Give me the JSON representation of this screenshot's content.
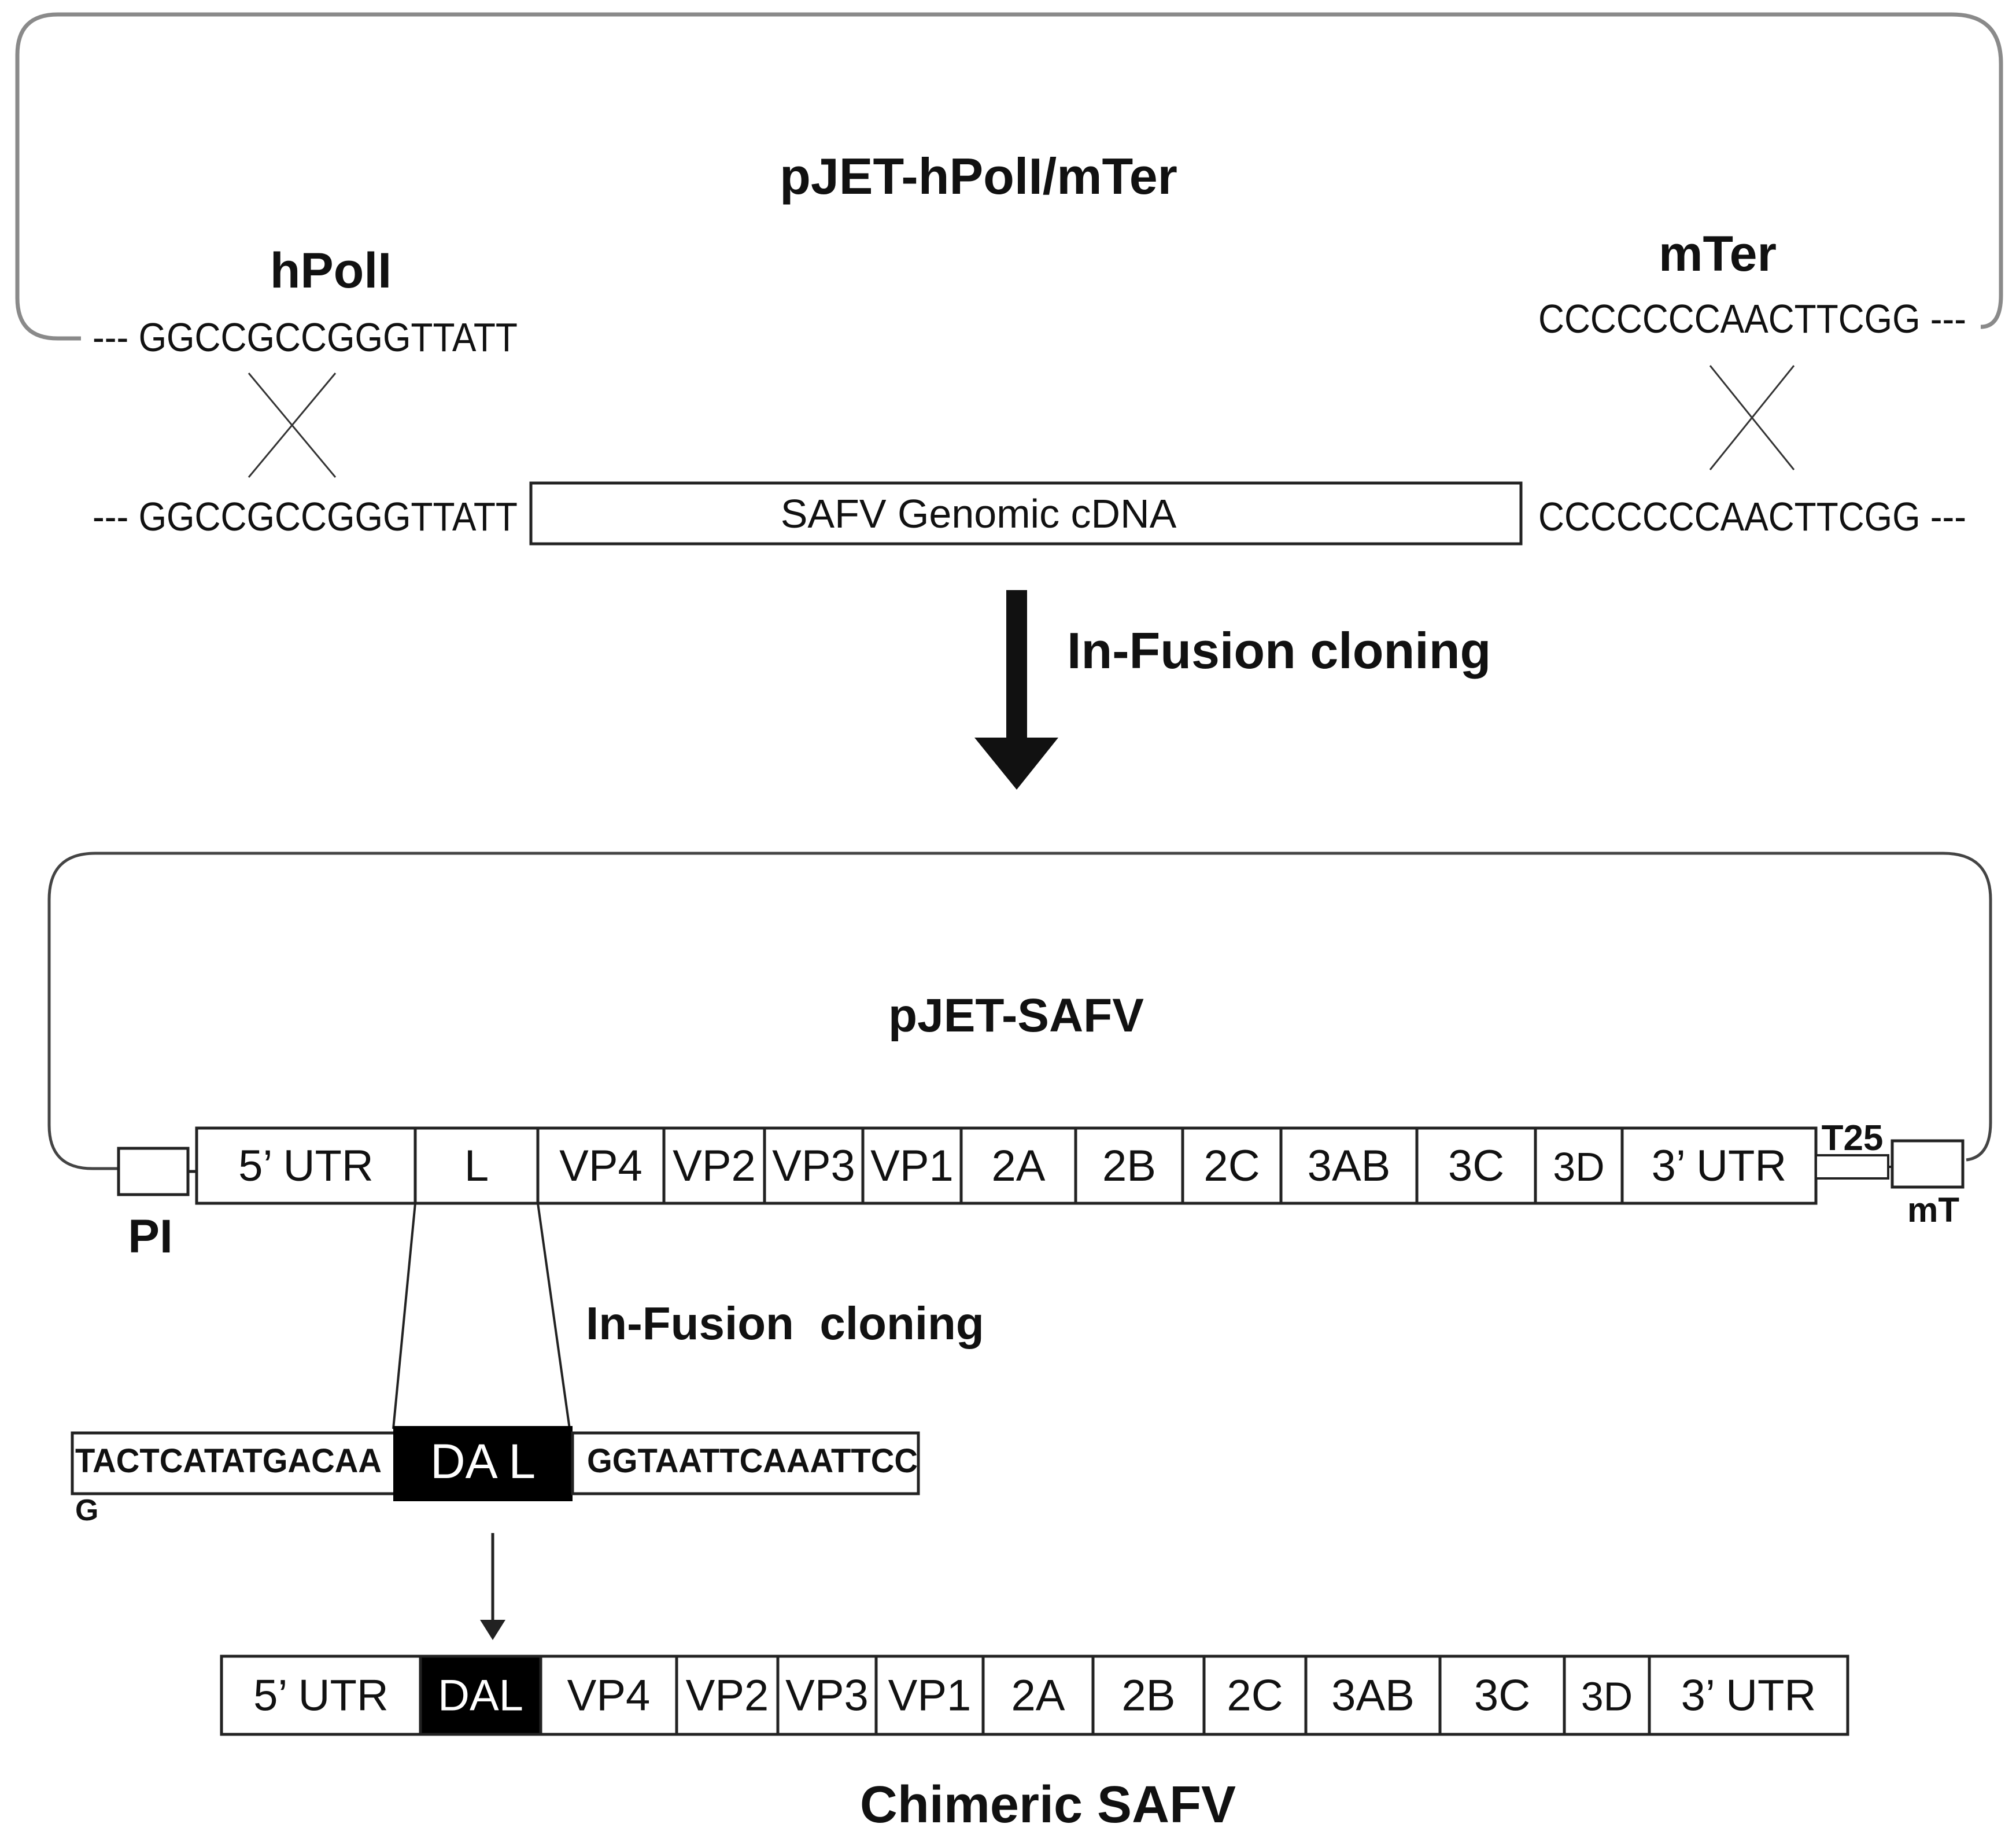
{
  "top_plasmid": {
    "title": "pJET-hPolI/mTer",
    "left_site_label": "hPolI",
    "right_site_label": "mTer",
    "left_vector_seq": "--- GGCCGCCGGGTTATT",
    "right_vector_seq": "CCCCCCCAACTTCGG ---",
    "left_insert_seq": "--- GGCCGCCGGGTTATT",
    "right_insert_seq": "CCCCCCCAACTTCGG ---",
    "insert_label": "SAFV Genomic cDNA"
  },
  "step1_label": "In-Fusion cloning",
  "pjet_safv": {
    "title": "pJET-SAFV",
    "left_promoter_label": "PI",
    "right_terminator_label": "mT",
    "polya_label": "T25",
    "segments": [
      "5’ UTR",
      "L",
      "VP4",
      "VP2",
      "VP3",
      "VP1",
      "2A",
      "2B",
      "2C",
      "3AB",
      "3C",
      "3D",
      "3’ UTR"
    ]
  },
  "step2_label": "In-Fusion  cloning",
  "dal_insert": {
    "left_seq": "TACTCATATGACAA",
    "left_seq_overflow": "G",
    "center_label": "DA L",
    "right_seq": "GGTAATTCAAATTCC"
  },
  "chimeric": {
    "title": "Chimeric SAFV",
    "segments": [
      "5’ UTR",
      "DAL",
      "VP4",
      "VP2",
      "VP3",
      "VP1",
      "2A",
      "2B",
      "2C",
      "3AB",
      "3C",
      "3D",
      "3’ UTR"
    ]
  },
  "colors": {
    "line": "#222222",
    "plasmid_outline": "#555555",
    "dal_fill": "#000000",
    "background": "#ffffff"
  }
}
